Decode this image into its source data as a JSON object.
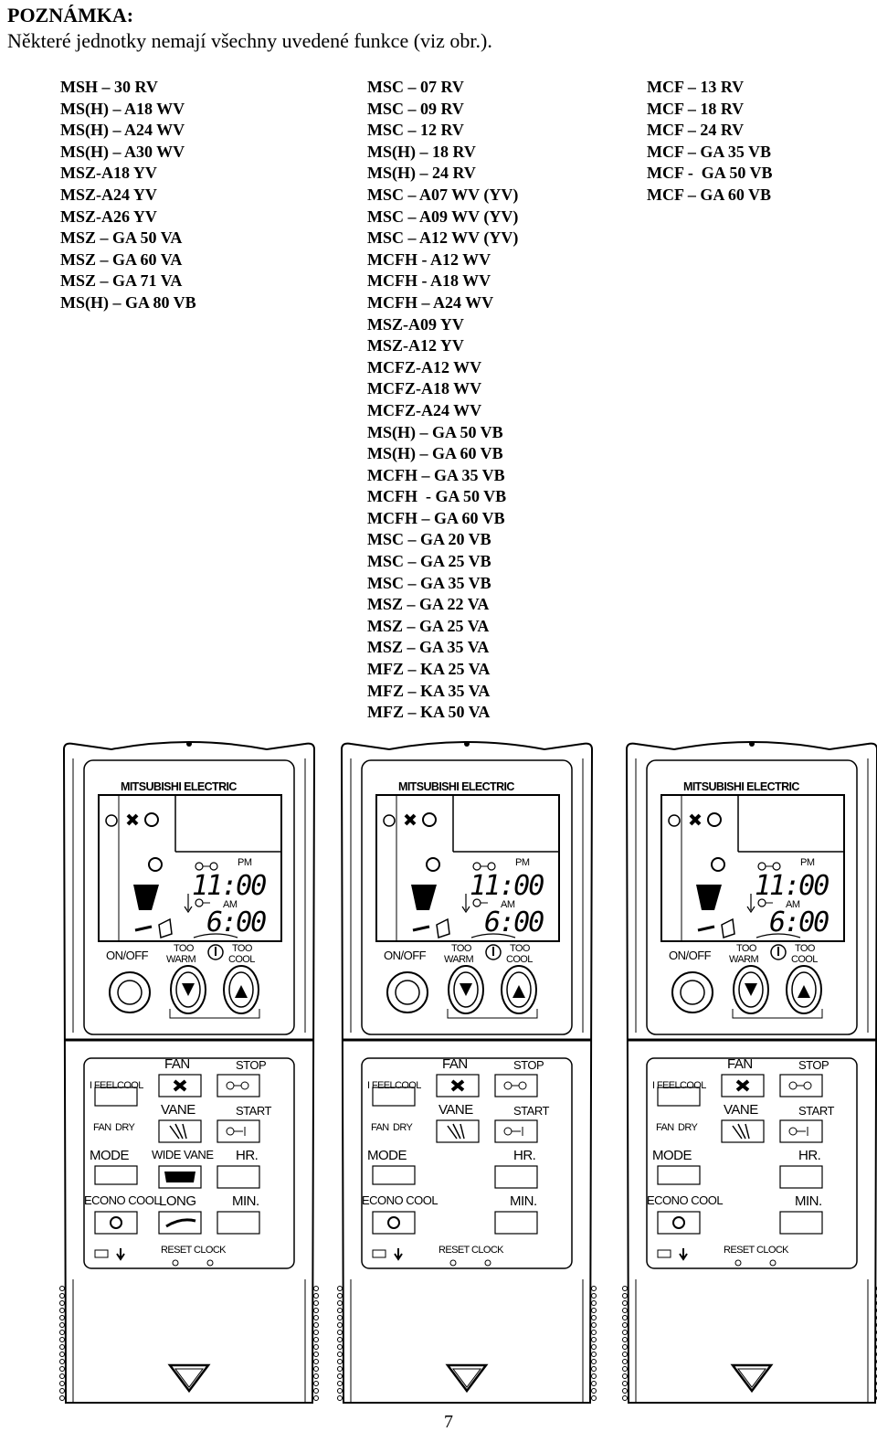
{
  "note": {
    "title": "POZNÁMKA:",
    "text": "Některé jednotky nemají všechny uvedené funkce (viz obr.)."
  },
  "columns": [
    [
      "MSH – 30 RV",
      "MS(H) – A18 WV",
      "MS(H) – A24 WV",
      "MS(H) – A30 WV",
      "MSZ-A18 YV",
      "MSZ-A24 YV",
      "MSZ-A26 YV",
      "MSZ – GA 50 VA",
      "MSZ – GA 60 VA",
      "MSZ – GA 71 VA",
      "MS(H) – GA 80 VB"
    ],
    [
      "MSC – 07 RV",
      "MSC – 09 RV",
      "MSC – 12 RV",
      "MS(H) – 18 RV",
      "MS(H) – 24 RV",
      "MSC – A07 WV (YV)",
      "MSC – A09 WV (YV)",
      "MSC – A12 WV (YV)",
      "MCFH - A12 WV",
      "MCFH - A18 WV",
      "MCFH – A24 WV",
      "MSZ-A09 YV",
      "MSZ-A12 YV",
      "MCFZ-A12 WV",
      "MCFZ-A18 WV",
      "MCFZ-A24 WV",
      "MS(H) – GA 50 VB",
      "MS(H) – GA 60 VB",
      "MCFH – GA 35 VB",
      "MCFH  - GA 50 VB",
      "MCFH – GA 60 VB",
      "MSC – GA 20 VB",
      "MSC – GA 25 VB",
      "MSC – GA 35 VB",
      "MSZ – GA 22 VA",
      "MSZ – GA 25 VA",
      "MSZ – GA 35 VA",
      "MFZ – KA 25 VA",
      "MFZ – KA 35 VA",
      "MFZ – KA 50 VA"
    ],
    [
      "MCF – 13 RV",
      "MCF – 18 RV",
      "MCF – 24 RV",
      "MCF – GA 35 VB",
      "MCF -  GA 50 VB",
      "MCF – GA 60 VB"
    ]
  ],
  "remote": {
    "brand": "MITSUBISHI ELECTRIC",
    "display_time_pm": "11:00",
    "display_time_am": "6:00",
    "pm": "PM",
    "am": "AM",
    "on_off": "ON/OFF",
    "too_warm_1": "TOO",
    "too_warm_2": "WARM",
    "too_cool_1": "TOO",
    "too_cool_2": "COOL",
    "fan": "FAN",
    "stop": "STOP",
    "vane": "VANE",
    "start": "START",
    "i_feel": "I FEEL",
    "cool": "COOL",
    "fan_small": "FAN",
    "dry": "DRY",
    "mode": "MODE",
    "wide_vane": "WIDE VANE",
    "hr": "HR.",
    "econo_cool": "ECONO COOL",
    "long": "LONG",
    "min": "MIN.",
    "reset": "RESET",
    "clock": "CLOCK"
  },
  "page_number": "7"
}
